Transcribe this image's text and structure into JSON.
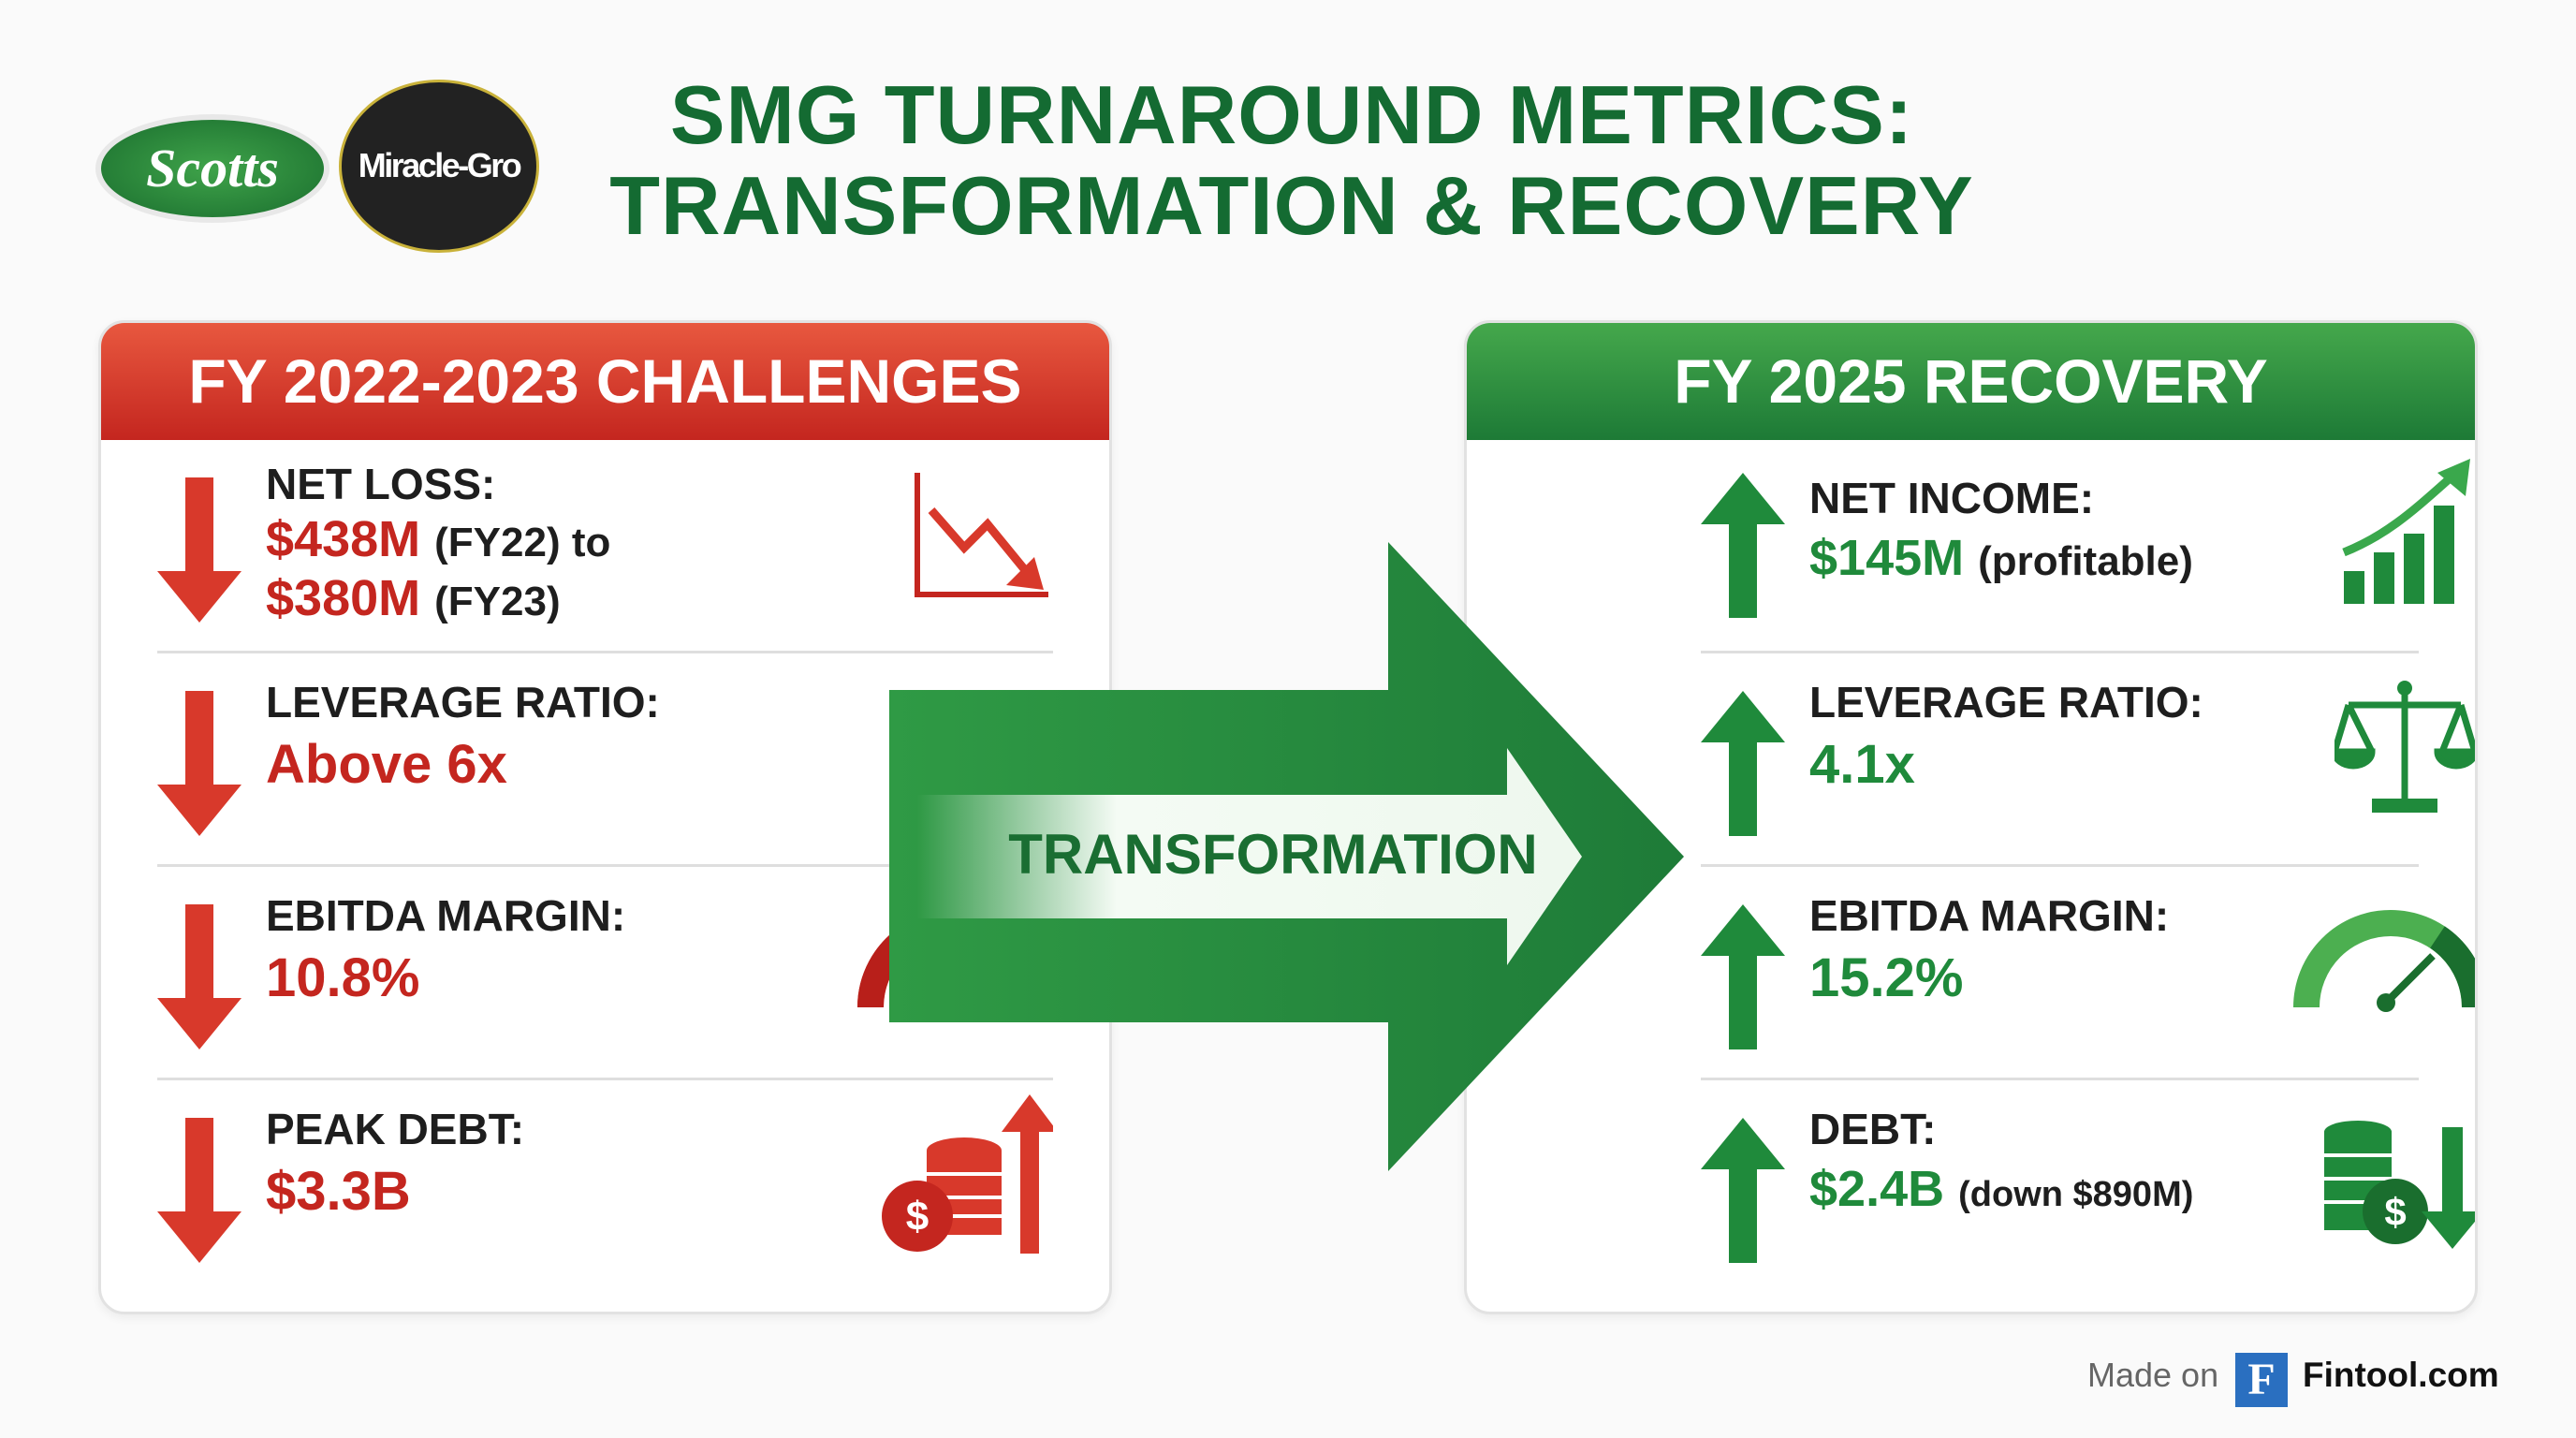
{
  "logos": {
    "scotts": "Scotts",
    "miracle_gro": "Miracle-Gro"
  },
  "title": {
    "line1": "SMG TURNAROUND METRICS:",
    "line2": "TRANSFORMATION & RECOVERY"
  },
  "colors": {
    "red": "#c4261f",
    "green": "#1f8a3b",
    "title": "#146b32"
  },
  "left": {
    "header": "FY 2022-2023 CHALLENGES",
    "rows": [
      {
        "label": "NET LOSS:",
        "v1": "$438M",
        "s1": "(FY22) to",
        "v2": "$380M",
        "s2": "(FY23)",
        "icon": "declining-chart-icon"
      },
      {
        "label": "LEVERAGE RATIO:",
        "value": "Above 6x",
        "icon": "seesaw-weights-icon"
      },
      {
        "label": "EBITDA MARGIN:",
        "value": "10.8%",
        "icon": "gauge-low-icon"
      },
      {
        "label": "PEAK DEBT:",
        "value": "$3.3B",
        "icon": "coins-up-icon"
      }
    ]
  },
  "center": {
    "label": "TRANSFORMATION"
  },
  "right": {
    "header": "FY 2025 RECOVERY",
    "rows": [
      {
        "label": "NET INCOME:",
        "value": "$145M",
        "suffix": "(profitable)",
        "icon": "growth-chart-icon"
      },
      {
        "label": "LEVERAGE RATIO:",
        "value": "4.1x",
        "icon": "balance-scale-icon"
      },
      {
        "label": "EBITDA MARGIN:",
        "value": "15.2%",
        "icon": "gauge-high-icon"
      },
      {
        "label": "DEBT:",
        "value": "$2.4B",
        "suffix": "(down $890M)",
        "icon": "coins-down-icon"
      }
    ]
  },
  "footer": {
    "made_on": "Made on",
    "logo_letter": "F",
    "brand": "Fintool.com"
  }
}
